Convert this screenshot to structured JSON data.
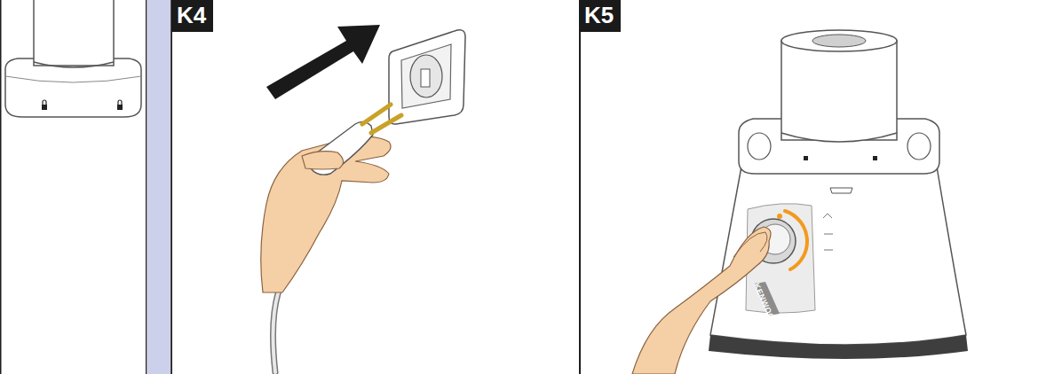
{
  "diagram": {
    "nodes": [
      {
        "text": [
          "K4"
        ]
      },
      {
        "text": [
          "K5"
        ]
      }
    ],
    "labels": [
      "KENWOOD"
    ]
  }
}
